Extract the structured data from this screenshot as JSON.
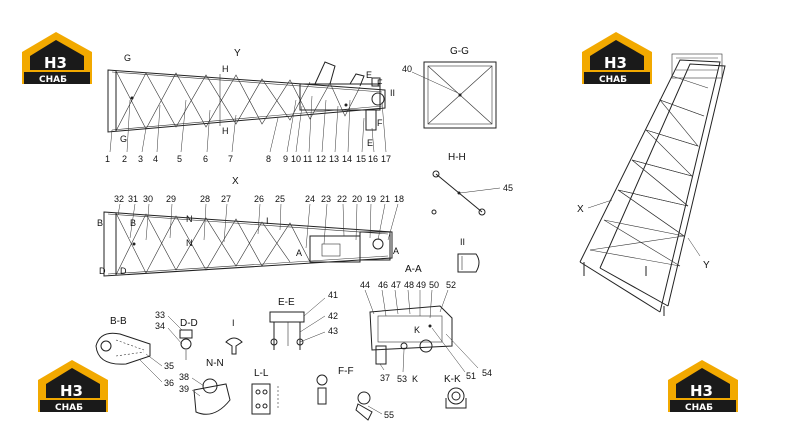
{
  "logo": {
    "mark": "H3",
    "sub": "CHAБ",
    "color_gold": "#f2a900",
    "color_dark": "#1a1a1a"
  },
  "views": {
    "top": "Y",
    "side": "X",
    "gg": "G-G",
    "hh": "H-H",
    "aa": "A-A",
    "bb": "B-B",
    "dd": "D-D",
    "ee": "E-E",
    "ff": "F-F",
    "ll": "L-L",
    "nn": "N-N",
    "kk": "K-K",
    "i_view": "I",
    "ii_view": "II",
    "iso_x": "X",
    "iso_y": "Y"
  },
  "top_letters": {
    "g1": "G",
    "g2": "G",
    "h1": "H",
    "h2": "H",
    "e1": "E",
    "e2": "E",
    "f1": "F",
    "f2": "F",
    "ii": "II"
  },
  "side_letters": {
    "b1": "B",
    "b2": "B",
    "d1": "D",
    "d2": "D",
    "n1": "N",
    "n2": "N",
    "a1": "A",
    "a2": "A",
    "i": "I"
  },
  "aa_letters": {
    "k1": "K",
    "k2": "K"
  },
  "labels_top": [
    "1",
    "2",
    "3",
    "4",
    "5",
    "6",
    "7",
    "8",
    "9",
    "10",
    "11",
    "12",
    "13",
    "14",
    "15",
    "16",
    "17"
  ],
  "labels_side": [
    "32",
    "31",
    "30",
    "29",
    "28",
    "27",
    "26",
    "25",
    "24",
    "23",
    "22",
    "20",
    "19",
    "21",
    "18"
  ],
  "labels_misc": {
    "l40": "40",
    "l45": "45",
    "l41": "41",
    "l42": "42",
    "l43": "43",
    "l44": "44",
    "l46": "46",
    "l47": "47",
    "l48": "48",
    "l49": "49",
    "l50": "50",
    "l52": "52",
    "l51": "51",
    "l53": "53",
    "l54": "54",
    "l37": "37",
    "l33": "33",
    "l34": "34",
    "l35": "35",
    "l36": "36",
    "l38": "38",
    "l39": "39",
    "l55": "55"
  }
}
